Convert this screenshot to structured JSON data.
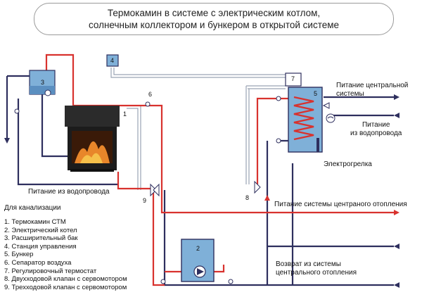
{
  "title": {
    "line1": "Термокамин в системе с  электрическим котлом,",
    "line2": "солнечным коллектором и бункером в открытой системе"
  },
  "labels": {
    "central_supply": "Питание центральной системы",
    "central_supply_l1": "Питание центральной",
    "central_supply_l2": "системы",
    "water_supply_right_l1": "Питание",
    "water_supply_right_l2": "из водопровода",
    "electric_heater": "Электрогрелка",
    "water_supply_left": "Питание из водопровода",
    "sewage": "Для канализации",
    "heating_supply": "Питание системы центраного отопления",
    "heating_return_l1": "Возврат из системы",
    "heating_return_l2": "центрального отопления"
  },
  "component_numbers": [
    "1",
    "2",
    "3",
    "4",
    "5",
    "6",
    "7",
    "8",
    "9"
  ],
  "legend": [
    "1. Термокамин СТМ",
    "2. Электрический котел",
    "3. Расширительный бак",
    "4. Станция управления",
    "5. Бункер",
    "6. Сепаратор воздуха",
    "7. Регулировочный термостат",
    "8. Двухходовой клапан с сервомотором",
    "9. Трехходовой клапан с сервомотором"
  ],
  "colors": {
    "hot_pipe": "#d8322e",
    "cold_pipe": "#2e2f5e",
    "signal_wire": "#9aa3b3",
    "equipment_fill": "#7fb0d8",
    "fire": "#e8862a"
  }
}
